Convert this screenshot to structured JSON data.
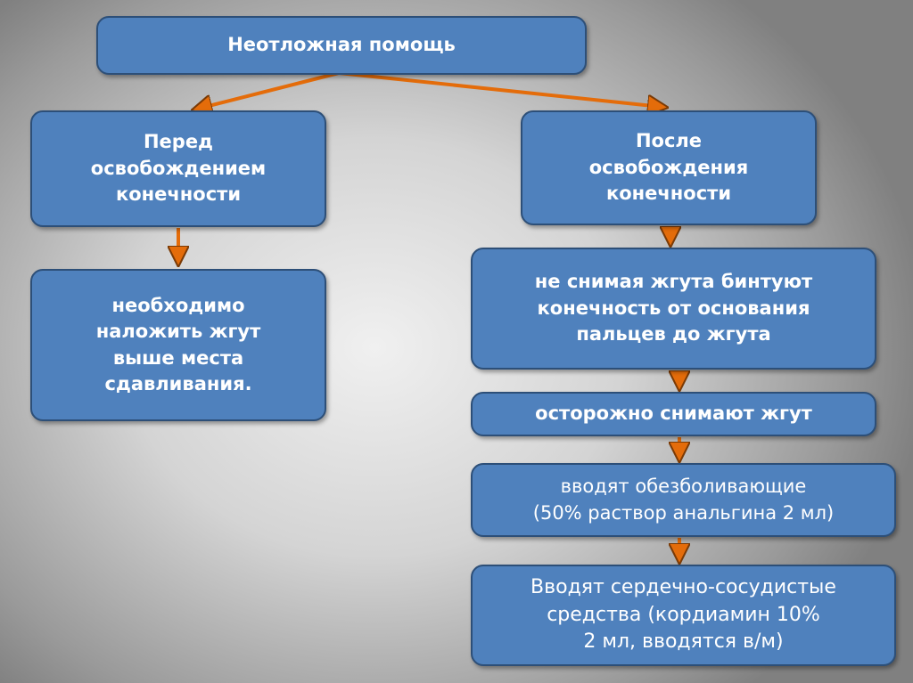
{
  "title": "Неотложная помощь",
  "left": {
    "header": "Перед освобождением конечности",
    "step1": "необходимо наложить жгут выше места сдавливания."
  },
  "right": {
    "header": "После освобождения конечности",
    "step1": "не снимая жгута бинтуют конечность от основания пальцев до жгута",
    "step2": "осторожно снимают жгут",
    "step3_line1": "вводят обезболивающие",
    "step3_line2": "(50% раствор анальгина 2 мл)",
    "step4_line1": "Вводят сердечно-сосудистые",
    "step4_line2": "средства (кордиамин 10%",
    "step4_line3": "2 мл, вводятся в/м)"
  },
  "colors": {
    "box": "#4f81bd",
    "arrow": "#e46c0a"
  }
}
